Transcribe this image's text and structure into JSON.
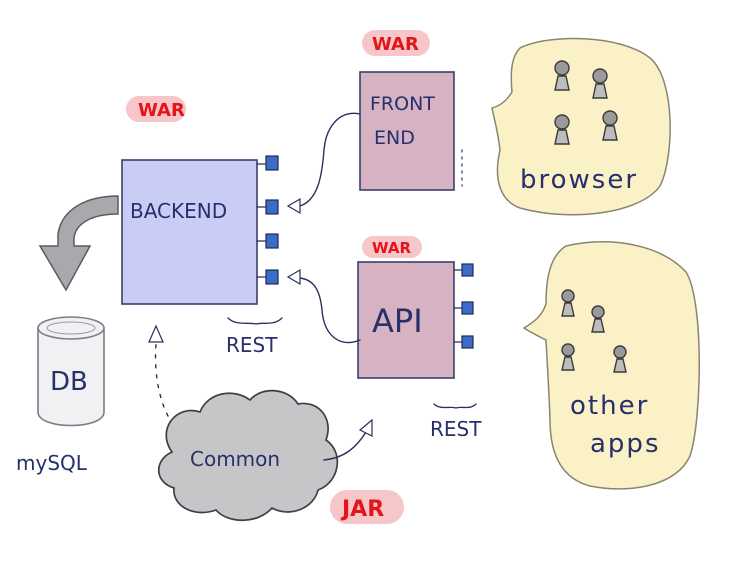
{
  "labels": {
    "backend_tag": "WAR",
    "frontend_tag": "WAR",
    "api_tag": "WAR",
    "common_tag": "JAR",
    "backend": "BACKEND",
    "frontend_line1": "FRONT",
    "frontend_line2": "END",
    "api": "API",
    "db": "DB",
    "mysql": "mySQL",
    "common": "Common",
    "rest_backend": "REST",
    "rest_api": "REST",
    "browser": "browser",
    "other_line1": "other",
    "other_line2": "apps"
  },
  "colors": {
    "backend_fill": "#c9cdf6",
    "war_fill": "#d7b2c2",
    "cloud_fill": "#c6c6c8",
    "client_fill": "#fbf1c7",
    "tag_bg": "#f6c6c9",
    "tag_text": "#e3141a",
    "ink": "#2a2f5c"
  }
}
